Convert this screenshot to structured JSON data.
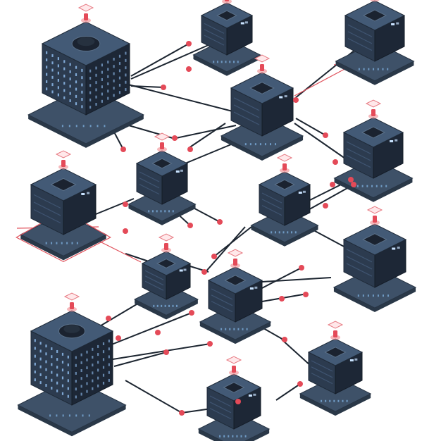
{
  "diagram": {
    "colors": {
      "background": "#ffffff",
      "link": "#1c2530",
      "node_dot": "#e44a58",
      "device_body": "#2c3b4f",
      "device_top": "#435a76",
      "highlight": "#e0505a"
    },
    "nodes": [
      {
        "id": "server-building-top-left",
        "kind": "datacenter-building"
      },
      {
        "id": "node-top-center",
        "kind": "network-node"
      },
      {
        "id": "node-top-right",
        "kind": "network-node"
      },
      {
        "id": "hub-center",
        "kind": "network-hub"
      },
      {
        "id": "node-right-upper",
        "kind": "network-node"
      },
      {
        "id": "node-left-middle",
        "kind": "network-node"
      },
      {
        "id": "node-center-left",
        "kind": "network-node"
      },
      {
        "id": "node-center-right",
        "kind": "network-node"
      },
      {
        "id": "node-right-middle",
        "kind": "network-node"
      },
      {
        "id": "node-lower-center-left",
        "kind": "network-node"
      },
      {
        "id": "node-lower-center",
        "kind": "network-node"
      },
      {
        "id": "server-building-bottom-left",
        "kind": "datacenter-building"
      },
      {
        "id": "node-bottom-center",
        "kind": "network-node"
      },
      {
        "id": "node-bottom-right",
        "kind": "network-node"
      }
    ],
    "icons": [
      "server-building-icon",
      "network-node-icon",
      "beacon-icon"
    ]
  }
}
